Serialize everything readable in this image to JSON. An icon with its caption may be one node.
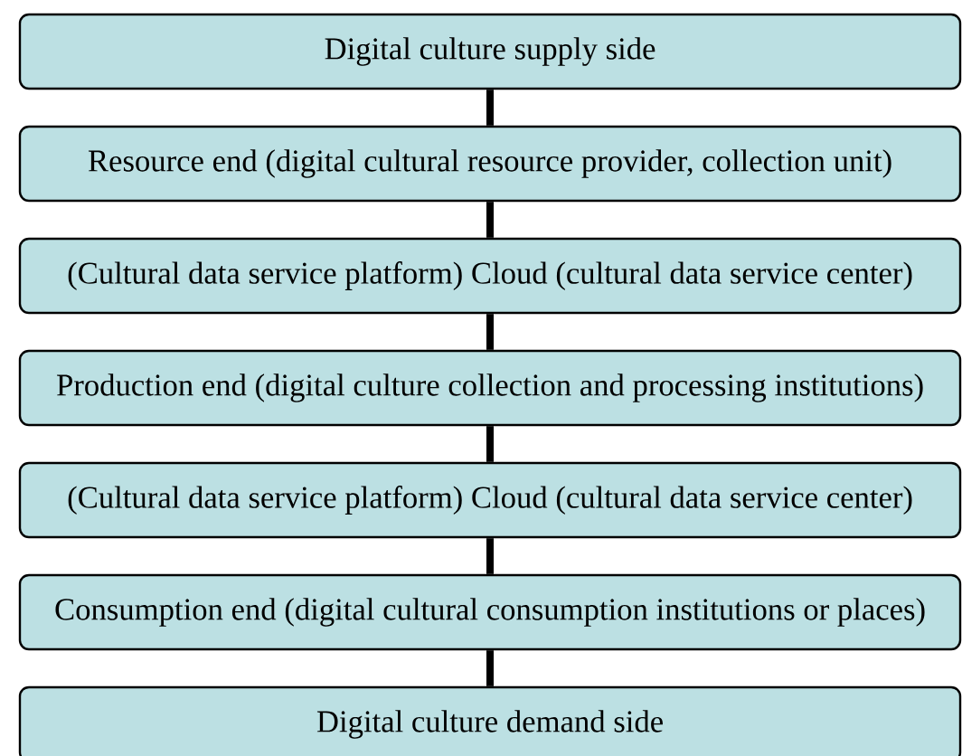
{
  "diagram": {
    "nodes": [
      {
        "text": [
          "Digital culture supply side"
        ]
      },
      {
        "text": [
          "Resource end (digital cultural resource provider, collection unit)"
        ]
      },
      {
        "text": [
          "(Cultural data service platform) Cloud (cultural data service center)"
        ]
      },
      {
        "text": [
          "Production end (digital culture collection and processing institutions)"
        ]
      },
      {
        "text": [
          "(Cultural data service platform) Cloud (cultural data service center)"
        ]
      },
      {
        "text": [
          "Consumption end (digital cultural consumption institutions or places)"
        ]
      },
      {
        "text": [
          "Digital culture demand side"
        ]
      }
    ],
    "edges": [
      {
        "from": 0,
        "to": 1,
        "arrow": "none"
      },
      {
        "from": 1,
        "to": 2,
        "arrow": "none"
      },
      {
        "from": 2,
        "to": 3,
        "arrow": "none"
      },
      {
        "from": 3,
        "to": 4,
        "arrow": "none"
      },
      {
        "from": 4,
        "to": 5,
        "arrow": "none"
      },
      {
        "from": 5,
        "to": 6,
        "arrow": "none"
      }
    ]
  }
}
